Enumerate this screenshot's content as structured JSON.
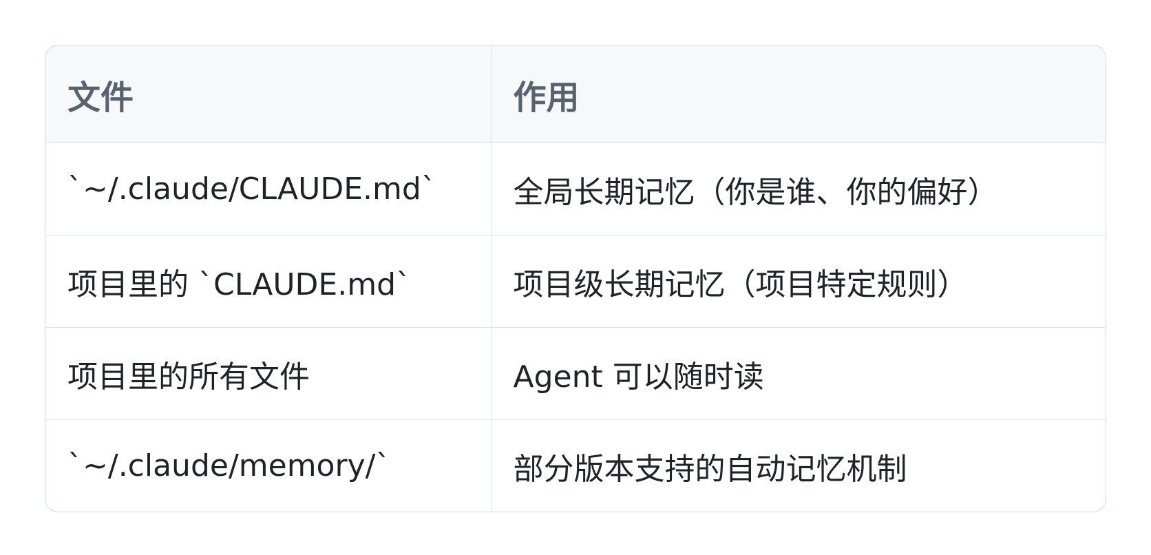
{
  "table": {
    "headers": [
      "文件",
      "作用"
    ],
    "rows": [
      [
        "`~/.claude/CLAUDE.md`",
        "全局长期记忆（你是谁、你的偏好）"
      ],
      [
        "项目里的 `CLAUDE.md`",
        "项目级长期记忆（项目特定规则）"
      ],
      [
        "项目里的所有文件",
        "Agent 可以随时读"
      ],
      [
        "`~/.claude/memory/`",
        "部分版本支持的自动记忆机制"
      ]
    ]
  }
}
